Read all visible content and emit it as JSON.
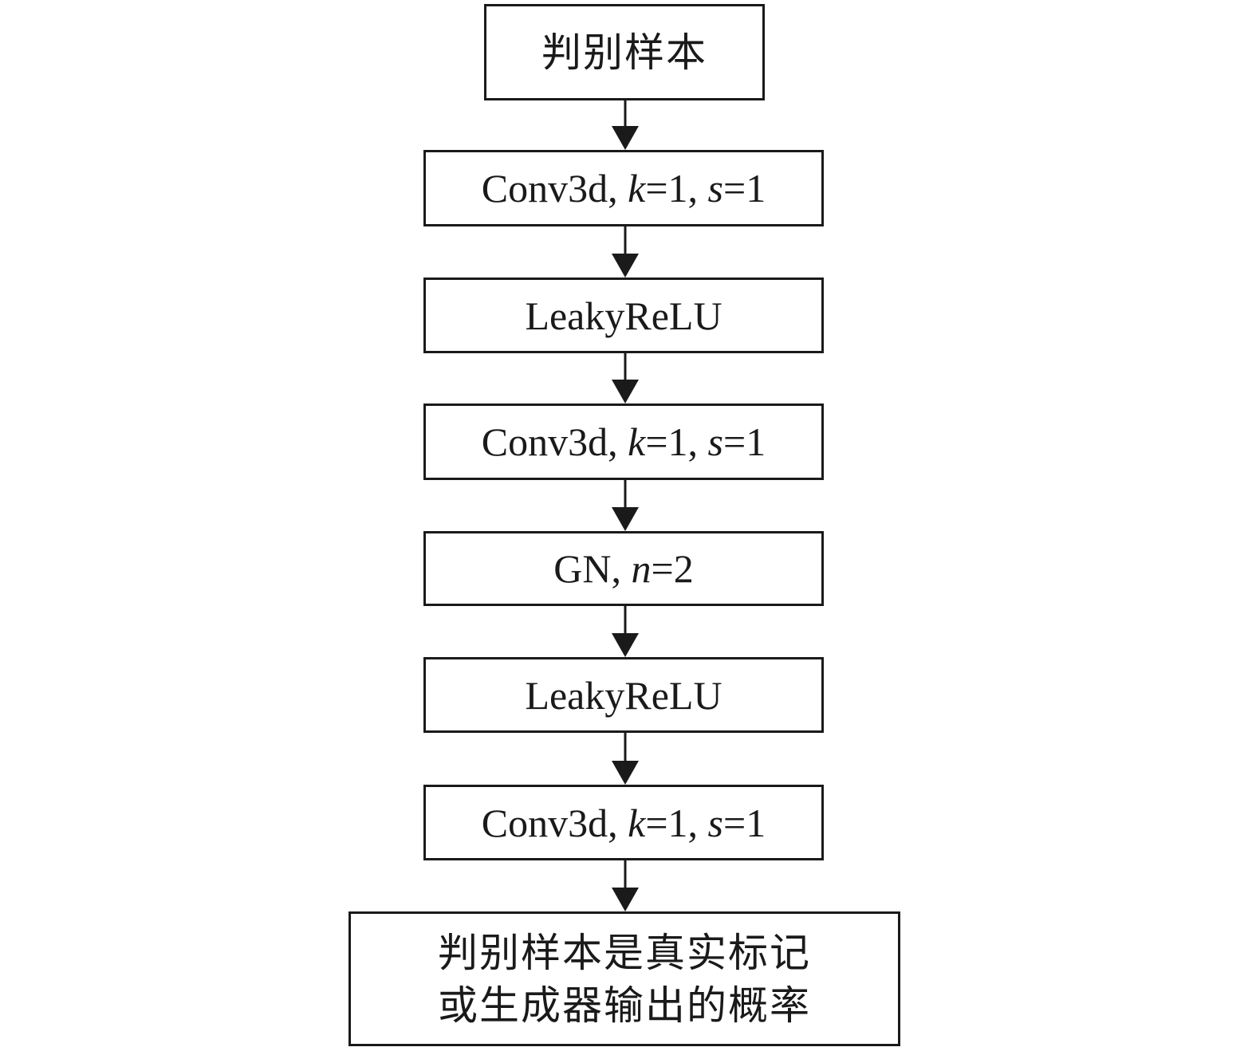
{
  "nodes": [
    {
      "id": "input",
      "text": "判别样本"
    },
    {
      "id": "conv1",
      "parts": [
        {
          "t": "Conv3d, "
        },
        {
          "t": "k",
          "i": true
        },
        {
          "t": "=1, "
        },
        {
          "t": "s",
          "i": true
        },
        {
          "t": "=1"
        }
      ]
    },
    {
      "id": "relu1",
      "parts": [
        {
          "t": "LeakyReLU"
        }
      ]
    },
    {
      "id": "conv2",
      "parts": [
        {
          "t": "Conv3d, "
        },
        {
          "t": "k",
          "i": true
        },
        {
          "t": "=1, "
        },
        {
          "t": "s",
          "i": true
        },
        {
          "t": "=1"
        }
      ]
    },
    {
      "id": "gn",
      "parts": [
        {
          "t": "GN, "
        },
        {
          "t": "n",
          "i": true
        },
        {
          "t": "=2"
        }
      ]
    },
    {
      "id": "relu2",
      "parts": [
        {
          "t": "LeakyReLU"
        }
      ]
    },
    {
      "id": "conv3",
      "parts": [
        {
          "t": "Conv3d, "
        },
        {
          "t": "k",
          "i": true
        },
        {
          "t": "=1, "
        },
        {
          "t": "s",
          "i": true
        },
        {
          "t": "=1"
        }
      ]
    },
    {
      "id": "output",
      "lines": [
        "判别样本是真实标记",
        "或生成器输出的概率"
      ]
    }
  ],
  "edges": [
    [
      "input",
      "conv1"
    ],
    [
      "conv1",
      "relu1"
    ],
    [
      "relu1",
      "conv2"
    ],
    [
      "conv2",
      "gn"
    ],
    [
      "gn",
      "relu2"
    ],
    [
      "relu2",
      "conv3"
    ],
    [
      "conv3",
      "output"
    ]
  ]
}
